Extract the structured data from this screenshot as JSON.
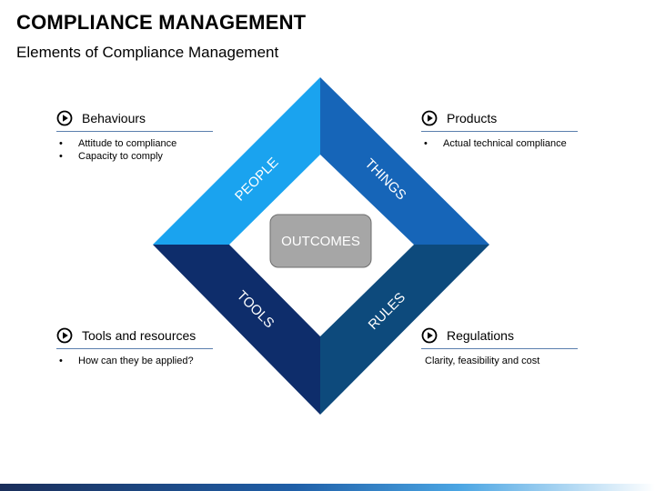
{
  "slide": {
    "title": "COMPLIANCE MANAGEMENT",
    "subtitle": "Elements of Compliance Management"
  },
  "diagram": {
    "center_label": "OUTCOMES",
    "segments": [
      {
        "label": "PEOPLE",
        "color": "#1aa3ef"
      },
      {
        "label": "THINGS",
        "color": "#1665b8"
      },
      {
        "label": "TOOLS",
        "color": "#0e2d6b"
      },
      {
        "label": "RULES",
        "color": "#0d4a7c"
      }
    ],
    "center_color": "#a6a6a6"
  },
  "callouts": {
    "behaviours": {
      "title": "Behaviours",
      "items": [
        "Attitude to compliance",
        "Capacity to comply"
      ]
    },
    "products": {
      "title": "Products",
      "items": [
        "Actual technical compliance"
      ]
    },
    "tools": {
      "title": "Tools and resources",
      "items": [
        "How can they be applied?"
      ]
    },
    "regulations": {
      "title": "Regulations",
      "items": [
        "Clarity, feasibility and cost"
      ]
    }
  },
  "icons": {
    "callout_icon": "play-circle-icon"
  }
}
